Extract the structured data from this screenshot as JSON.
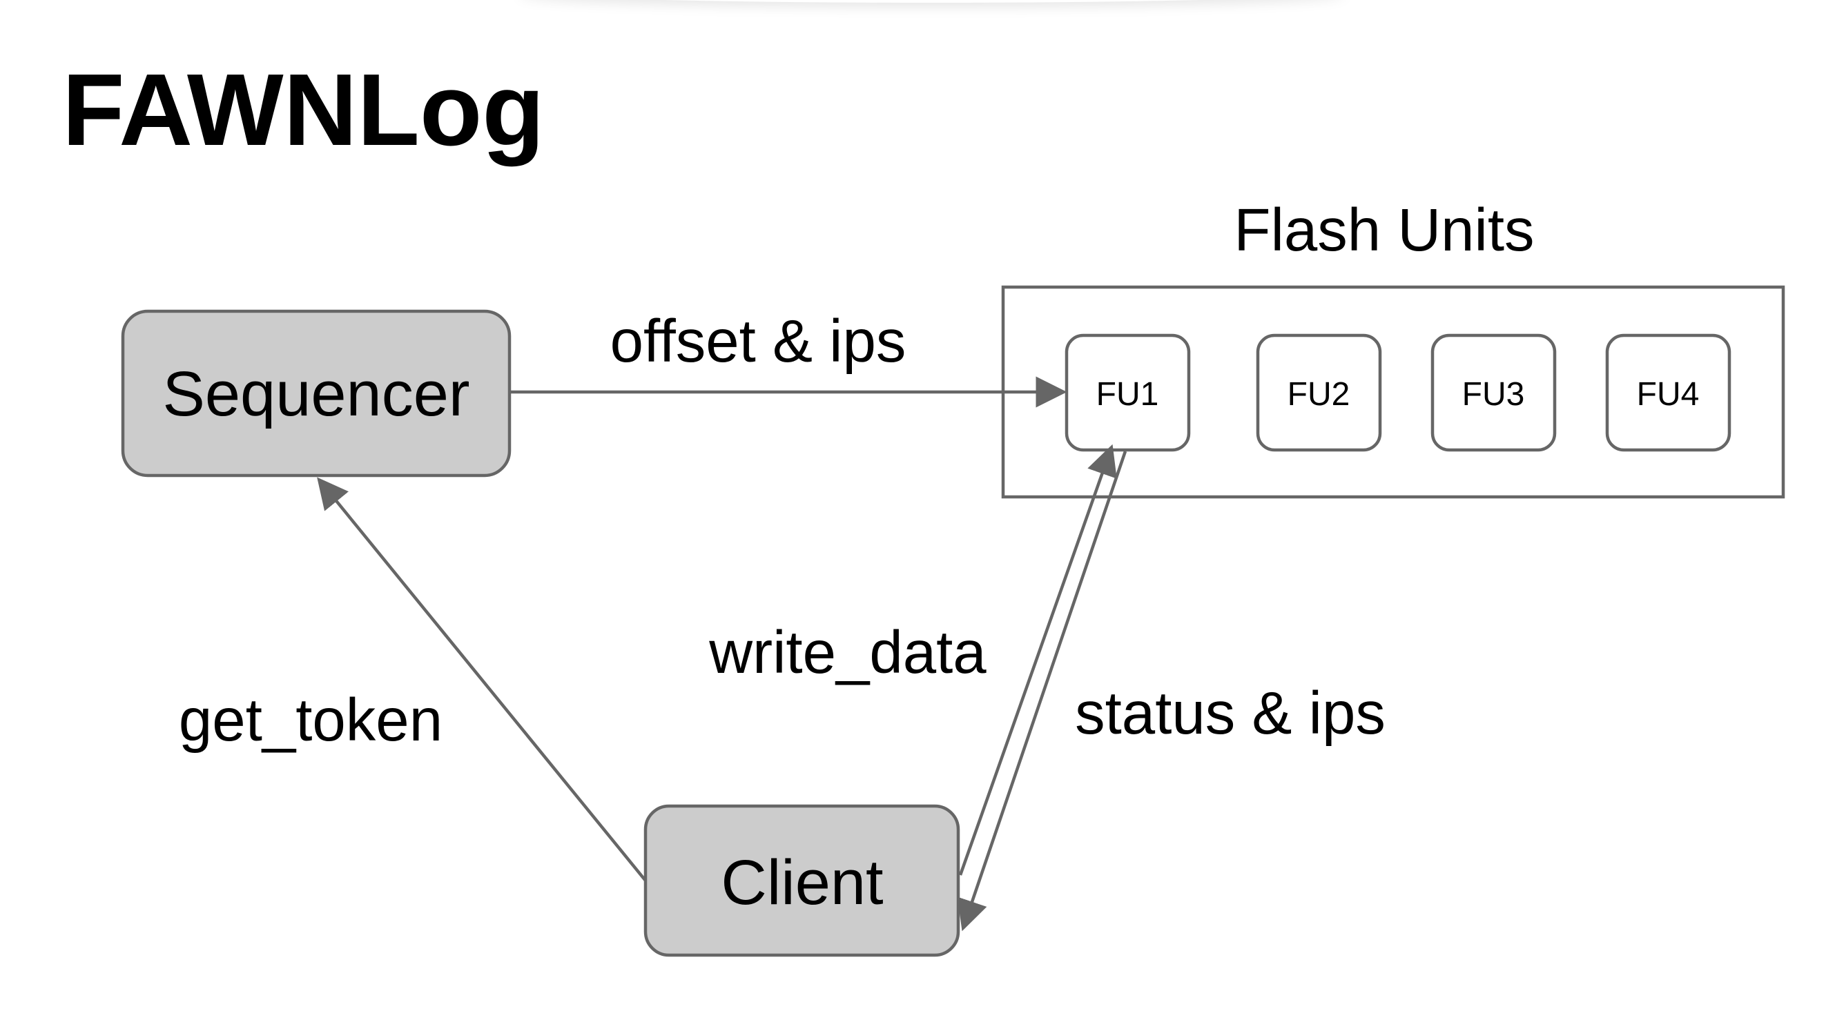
{
  "title": "FAWNLog",
  "nodes": {
    "sequencer": "Sequencer",
    "client": "Client"
  },
  "flash_units": {
    "heading": "Flash Units",
    "units": [
      "FU1",
      "FU2",
      "FU3",
      "FU4"
    ]
  },
  "edges": {
    "offset_ips": "offset & ips",
    "get_token": "get_token",
    "write_data": "write_data",
    "status_ips": "status & ips"
  },
  "colors": {
    "node_fill": "#cccccc",
    "stroke": "#666666",
    "text": "#000000"
  }
}
